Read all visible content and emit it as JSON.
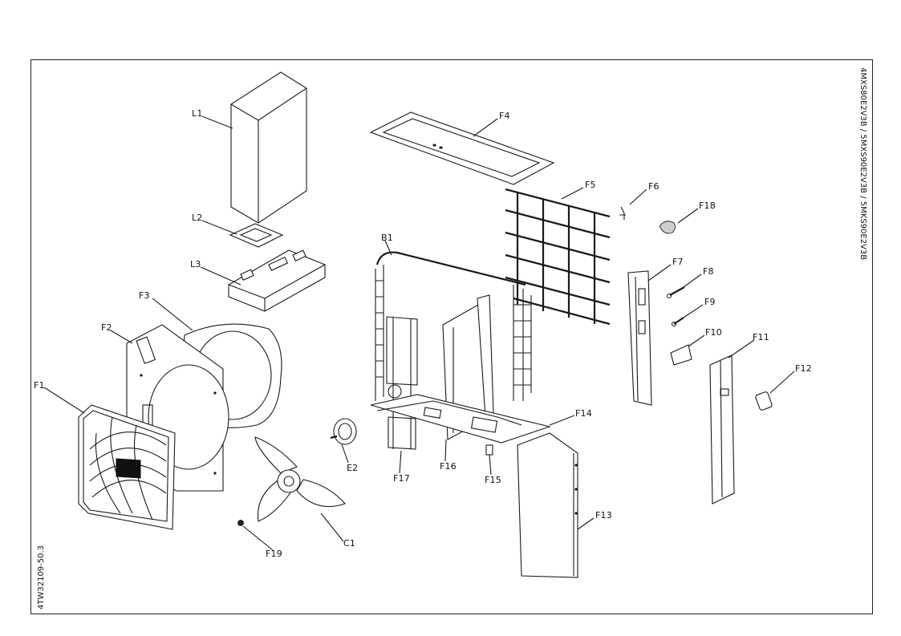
{
  "document": {
    "side_title": "4MXS80E2V3B / 5MXS90E2V3B / 5MKS90E2V3B",
    "drawing_code": "4TW32109-50.3"
  },
  "parts": {
    "L1": "L1",
    "L2": "L2",
    "L3": "L3",
    "F1": "F1",
    "F2": "F2",
    "F3": "F3",
    "F4": "F4",
    "F5": "F5",
    "F6": "F6",
    "F7": "F7",
    "F8": "F8",
    "F9": "F9",
    "F10": "F10",
    "F11": "F11",
    "F12": "F12",
    "F13": "F13",
    "F14": "F14",
    "F15": "F15",
    "F16": "F16",
    "F17": "F17",
    "F18": "F18",
    "F19": "F19",
    "B1": "B1",
    "E2": "E2",
    "C1": "C1"
  }
}
